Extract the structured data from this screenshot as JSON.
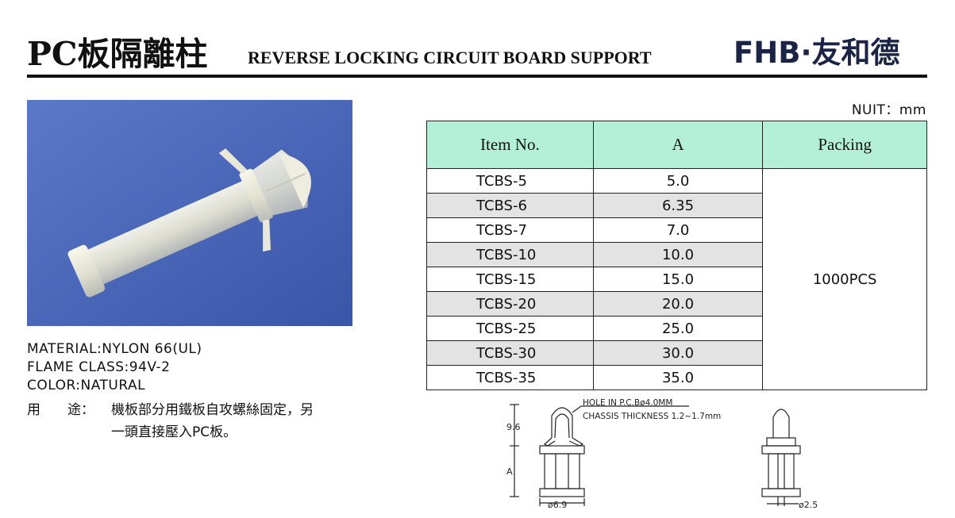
{
  "header": {
    "title_cn": "PC板隔離柱",
    "title_en": "REVERSE LOCKING CIRCUIT BOARD SUPPORT",
    "brand": "FHB·友和德"
  },
  "specs": {
    "material": "MATERIAL:NYLON 66(UL)",
    "flame": "FLAME CLASS:94V-2",
    "color": "COLOR:NATURAL",
    "usage_label": "用　　途：",
    "usage_line1": "機板部分用鐵板自攻螺絲固定，另",
    "usage_line2": "一頭直接壓入PC板。"
  },
  "table": {
    "unit": "NUIT：mm",
    "headers": [
      "Item No.",
      "A",
      "Packing"
    ],
    "packing": "1000PCS",
    "rows": [
      {
        "item": "TCBS-5",
        "a": "5.0"
      },
      {
        "item": "TCBS-6",
        "a": "6.35"
      },
      {
        "item": "TCBS-7",
        "a": "7.0"
      },
      {
        "item": "TCBS-10",
        "a": "10.0"
      },
      {
        "item": "TCBS-15",
        "a": "15.0"
      },
      {
        "item": "TCBS-20",
        "a": "20.0"
      },
      {
        "item": "TCBS-25",
        "a": "25.0"
      },
      {
        "item": "TCBS-30",
        "a": "30.0"
      },
      {
        "item": "TCBS-35",
        "a": "35.0"
      }
    ]
  },
  "drawing": {
    "hole_note": "HOLE IN P.C.Bø4.0MM",
    "chassis_note": "CHASSIS THICKNESS 1.2~1.7mm",
    "dim_top": "9.6",
    "dim_a": "A",
    "dim_width": "ø6.9",
    "dim_side": "ø2.5"
  }
}
